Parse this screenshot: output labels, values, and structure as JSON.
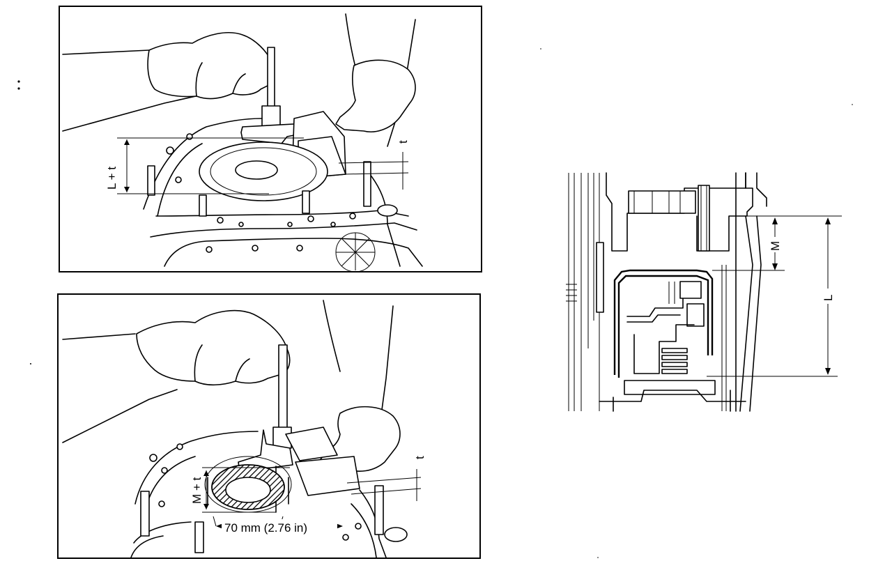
{
  "top_panel": {
    "dimension_label": "L + t",
    "thickness_label": "t"
  },
  "bottom_panel": {
    "dimension_label": "M + t",
    "thickness_label": "t",
    "diameter_label": "70 mm (2.76 in)"
  },
  "section_view": {
    "label_m": "M",
    "label_l": "L"
  }
}
